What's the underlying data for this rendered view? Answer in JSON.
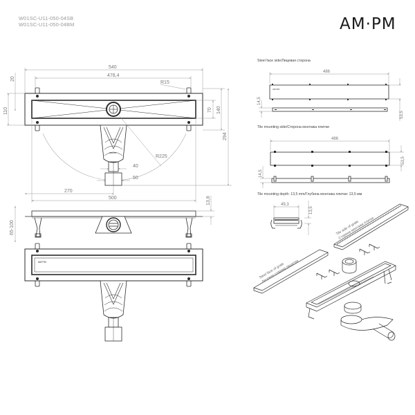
{
  "header": {
    "product_codes": [
      "W01SC-U11-050-04SB",
      "W01SC-U11-050-04BM"
    ],
    "brand_logo": "AM·PM"
  },
  "plan_view": {
    "dimensions": {
      "overall_length": "540",
      "inner_length": "478,4",
      "corner_radius": "R15",
      "top_offset": "20",
      "frame_height": "110",
      "channel_width": "70",
      "frame_width": "140",
      "total_depth": "294",
      "swing_radius": "R225",
      "outlet_inner": "40",
      "outlet_outer": "50",
      "outlet_offset": "270",
      "channel_length": "500"
    }
  },
  "elevation_view": {
    "dimensions": {
      "height_range": "65-100",
      "grate_height": "13,8"
    }
  },
  "grate_steel_side": {
    "caption": "Steel face side/Лицевая сторона",
    "dimensions": {
      "length": "486",
      "thickness": "14,5",
      "width": "53,5"
    }
  },
  "grate_tile_side": {
    "caption": "Tile mounting side/Сторона монтажа плитки",
    "dimensions": {
      "length": "486",
      "width": "53,5",
      "thickness": "14,5"
    }
  },
  "tile_depth": {
    "caption": "Tile mounting depth: 13,5 mm/Глубина монтажа плитки: 13,5 мм",
    "dimensions": {
      "section_width": "49,3",
      "depth": "13,5"
    }
  },
  "exploded_view": {
    "labels": {
      "tile_side_en": "Tile side of grate",
      "tile_side_ru": "Сторона монтажа плитки",
      "steel_face_en": "Steel face of grate",
      "steel_face_ru": "Лицевая сторона решетки"
    }
  },
  "colors": {
    "line": "#2a2a2a",
    "dimension": "#8a8a8a",
    "text": "#777777",
    "background": "#ffffff"
  }
}
